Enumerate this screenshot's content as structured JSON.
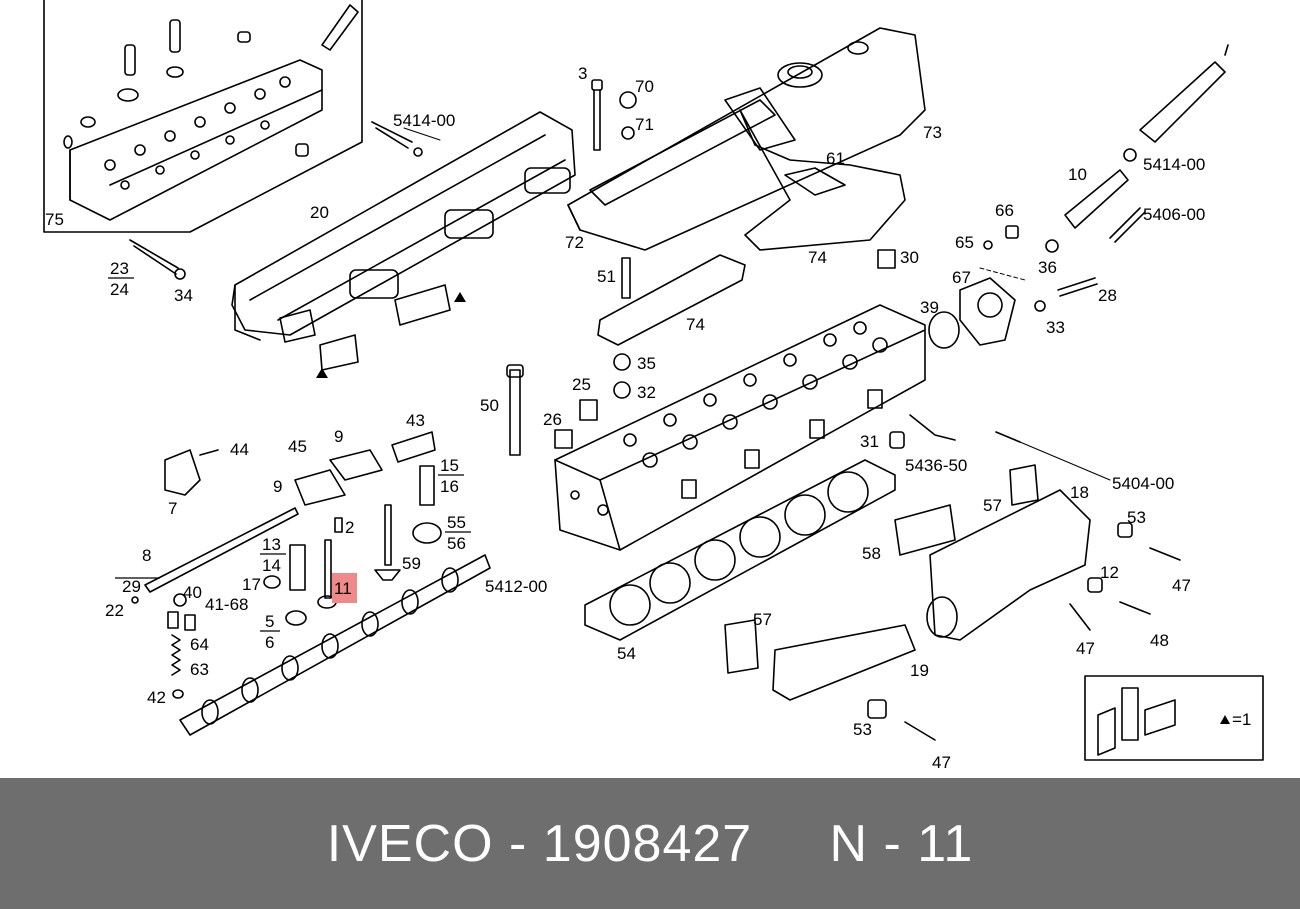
{
  "colors": {
    "line": "#000000",
    "highlight": "#f08a8a",
    "footer_bg": "#6e6e6e",
    "footer_text": "#ffffff"
  },
  "callouts": {
    "c75": "75",
    "c20": "20",
    "c5414a": "5414-00",
    "c3": "3",
    "c70": "70",
    "c71": "71",
    "c73": "73",
    "c61": "61",
    "c72": "72",
    "c74a": "74",
    "c74b": "74",
    "c51": "51",
    "c30": "30",
    "c10": "10",
    "c5414b": "5414-00",
    "c5406": "5406-00",
    "c66": "66",
    "c65": "65",
    "c36": "36",
    "c67": "67",
    "c28": "28",
    "c33": "33",
    "c39": "39",
    "c23": "23",
    "c24": "24",
    "c34": "34",
    "c35": "35",
    "c25": "25",
    "c32": "32",
    "c50": "50",
    "c26": "26",
    "c43": "43",
    "c44": "44",
    "c45": "45",
    "c9a": "9",
    "c9b": "9",
    "c7": "7",
    "c15": "15",
    "c16": "16",
    "c2": "2",
    "c55": "55",
    "c56": "56",
    "c59": "59",
    "c13": "13",
    "c14": "14",
    "c8": "8",
    "c17": "17",
    "c11": "11",
    "c5412": "5412-00",
    "c29": "29",
    "c40": "40",
    "c22": "22",
    "c4168": "41-68",
    "c5": "5",
    "c6": "6",
    "c64": "64",
    "c63": "63",
    "c42": "42",
    "c31": "31",
    "c5436": "5436-50",
    "c5404": "5404-00",
    "c57a": "57",
    "c18": "18",
    "c53a": "53",
    "c58": "58",
    "c12": "12",
    "c47a": "47",
    "c47b": "47",
    "c48": "48",
    "c57b": "57",
    "c54": "54",
    "c19": "19",
    "c53b": "53",
    "c47c": "47",
    "c_eq1": "=1"
  },
  "footer": {
    "brand": "IVECO",
    "sep1": " - ",
    "part_number": "1908427",
    "gap": "     ",
    "ref_label": "N",
    "sep2": " - ",
    "ref_number": "11"
  }
}
